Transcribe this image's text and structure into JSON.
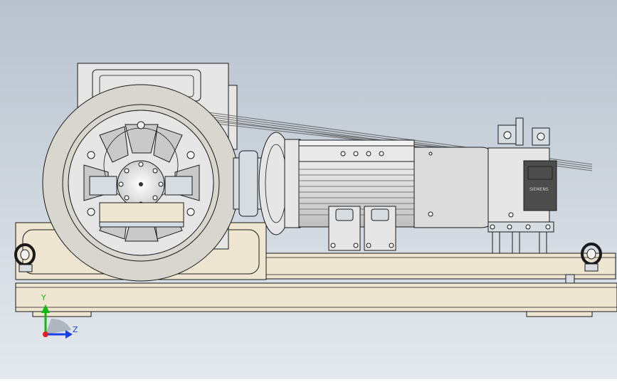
{
  "viewport": {
    "background_top": "#b8c2ce",
    "background_bottom": "#e4e9ee"
  },
  "model": {
    "base_color": "#efe6d2",
    "machine_color": "#e6e6e6",
    "sheave_rim_color": "#d7d7cf",
    "steel_color": "#d8dde2",
    "outline_color": "#1a1a1a",
    "rope_color": "#6e6e6e",
    "brake_coil_color": "#4c4c4c",
    "brake_label": "SIEMENS"
  },
  "triad": {
    "y_label": "Y",
    "z_label": "Z",
    "y_color": "#12b812",
    "z_color": "#1a3ee6",
    "x_color": "#e02020"
  }
}
